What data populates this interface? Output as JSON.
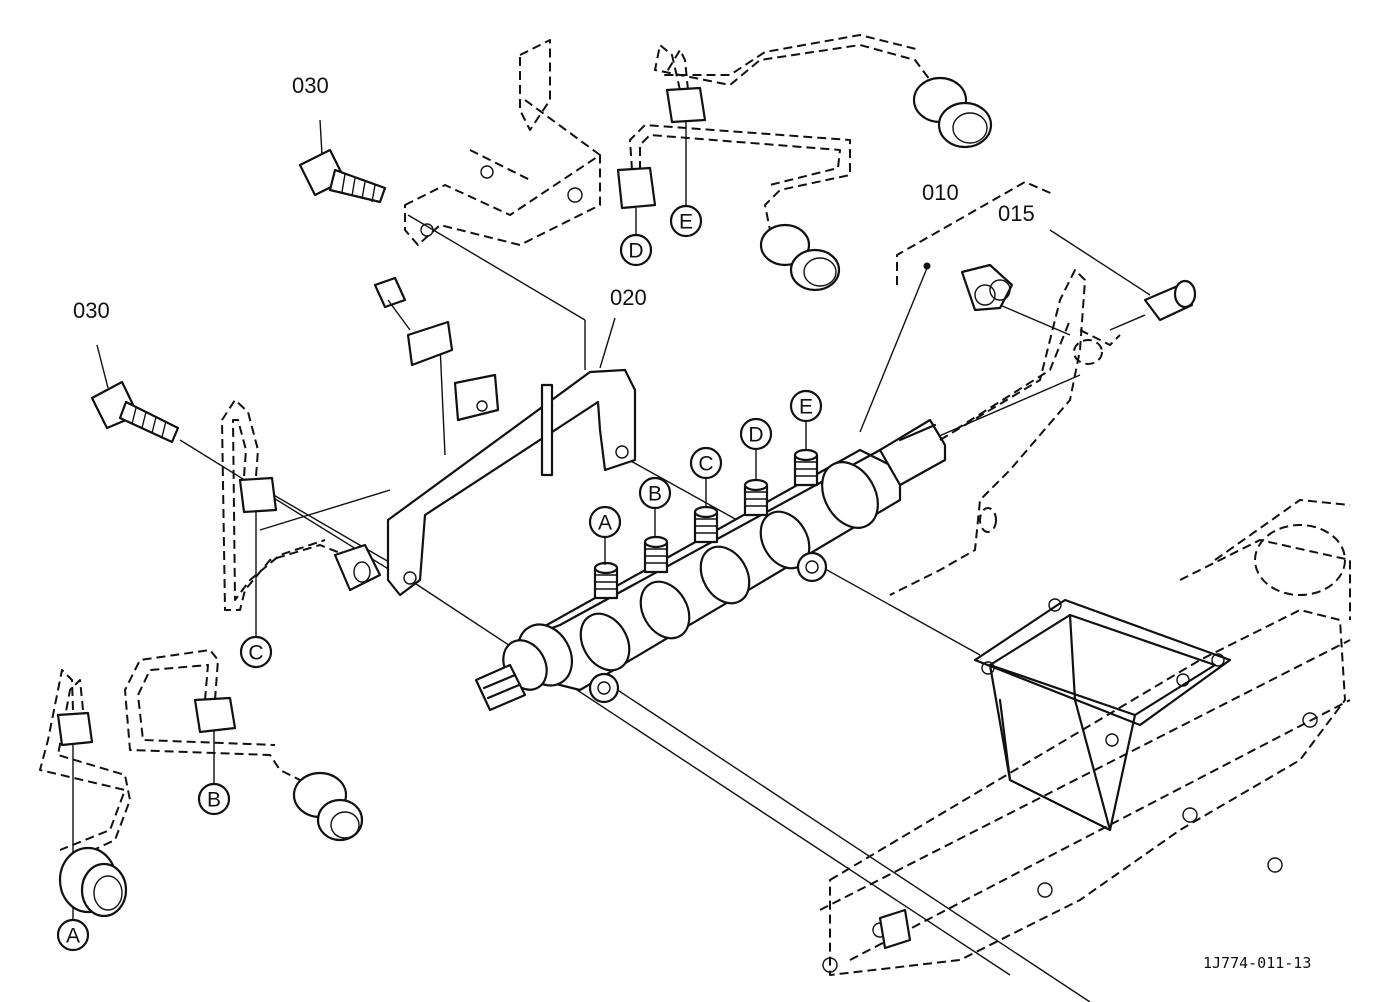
{
  "part_labels": {
    "p030_top": "030",
    "p030_left": "030",
    "p020": "020",
    "p010": "010",
    "p015": "015"
  },
  "connection_labels": {
    "rail_a": "A",
    "rail_b": "B",
    "rail_c": "C",
    "rail_d": "D",
    "rail_e": "E",
    "pipe_a": "A",
    "pipe_b": "B",
    "pipe_c": "C",
    "pipe_d": "D",
    "pipe_e": "E"
  },
  "reference_code": "1J774-011-13"
}
